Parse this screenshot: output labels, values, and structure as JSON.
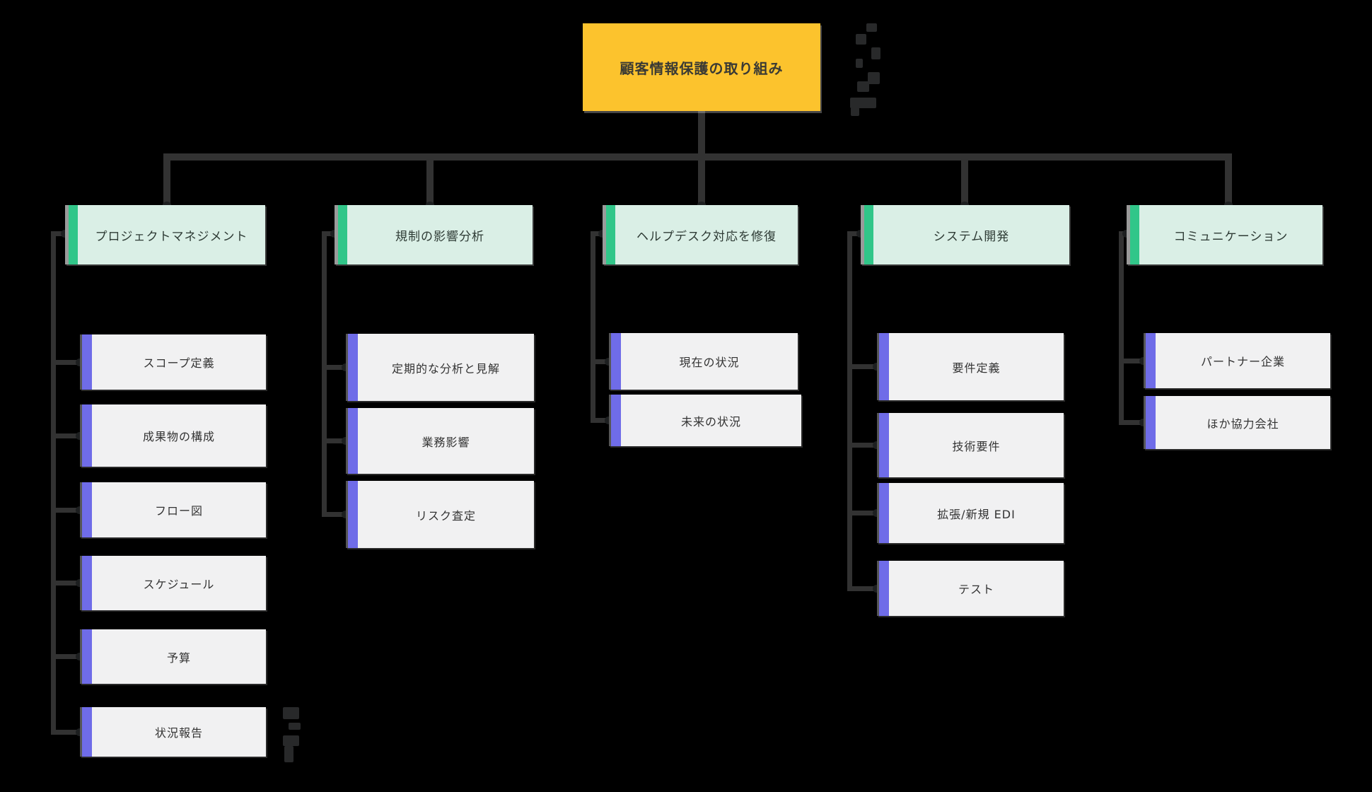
{
  "root": {
    "label": "顧客情報保護の取り組み"
  },
  "branches": [
    {
      "label": "プロジェクトマネジメント",
      "children": [
        "スコープ定義",
        "成果物の構成",
        "フロー図",
        "スケジュール",
        "予算",
        "状況報告"
      ]
    },
    {
      "label": "規制の影響分析",
      "children": [
        "定期的な分析と見解",
        "業務影響",
        "リスク査定"
      ]
    },
    {
      "label": "ヘルプデスク対応を修復",
      "children": [
        "現在の状況",
        "未来の状況"
      ]
    },
    {
      "label": "システム開発",
      "children": [
        "要件定義",
        "技術要件",
        "拡張/新規 EDI",
        "テスト"
      ]
    },
    {
      "label": "コミュニケーション",
      "children": [
        "パートナー企業",
        "ほか協力会社"
      ]
    }
  ],
  "colors": {
    "background": "#000000",
    "root_fill": "#fcc32d",
    "header_fill": "#daefe6",
    "header_accent": "#31c689",
    "child_fill": "#f1f1f2",
    "child_accent": "#6f6ce8",
    "connector": "#323232",
    "text_dark": "#333333"
  }
}
